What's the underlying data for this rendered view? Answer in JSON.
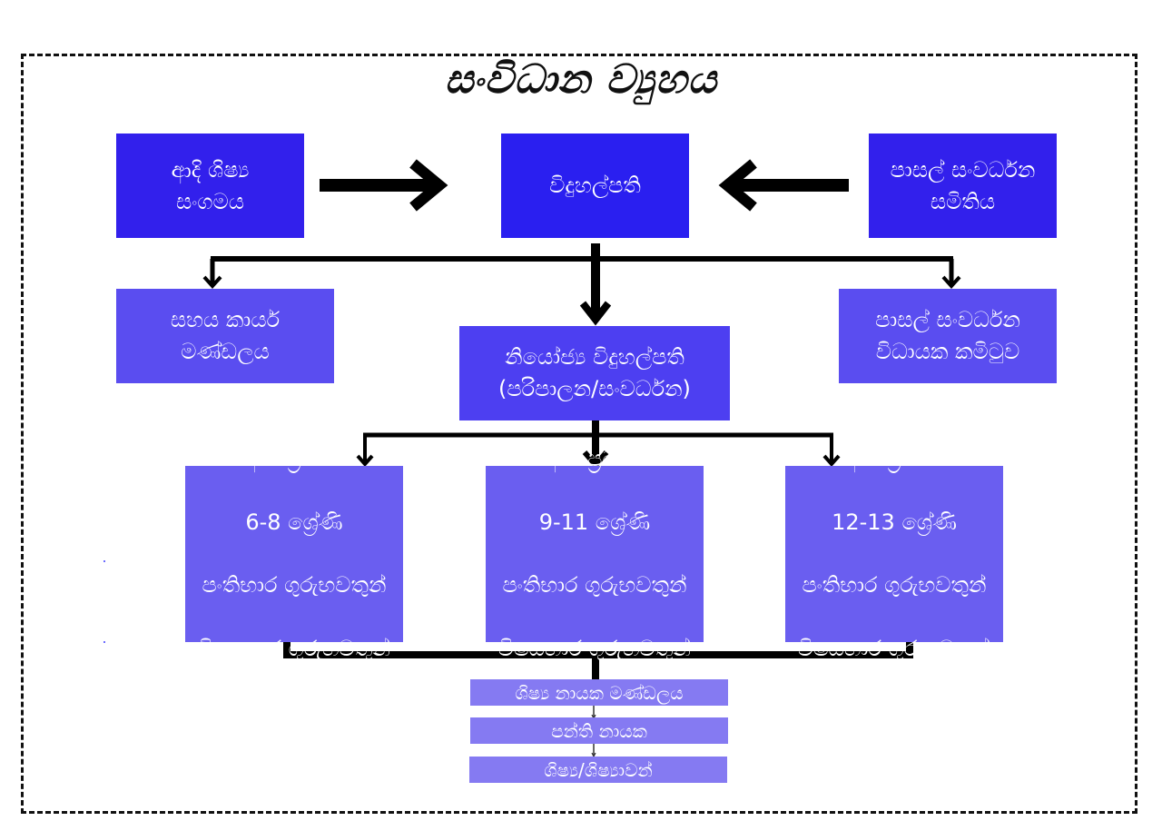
{
  "title": "සංවිධාන ව්‍යුහය",
  "colors": {
    "top_box": "#3220ec",
    "principal_box": "#2a1ff0",
    "second_tier_box": "#5a4df0",
    "deputy_box": "#4d3ff1",
    "section_box": "#6a5ef0",
    "student_box": "#857af2",
    "connector": "#000000"
  },
  "top_row": {
    "left": "ආදි ශිෂ්‍ය\nසංගමය",
    "center": "විදුහල්පති",
    "right": "පාසල් සංවර්ධන\nසමිතිය"
  },
  "second_row": {
    "left": "සහය කාර්ය\nමණ්ඩලය",
    "center": "නියෝජ්‍ය විදුහල්පති\n(පරිපාලන/සංවර්ධන)",
    "right": "පාසල් සංවර්ධන\nවිධායක කමිටුව"
  },
  "sections": [
    {
      "head": "අංශ ප්‍රධාන",
      "grades": "6-8 ශ්‍රේණි",
      "class_teachers": "පංතිභාර ගුරුභවතුන්",
      "subject_teachers": "විෂයභාර ගුරුභවතුන්"
    },
    {
      "head": "අංශ ප්‍රධාන",
      "grades": "9-11 ශ්‍රේණි",
      "class_teachers": "පංතිභාර ගුරුභවතුන්",
      "subject_teachers": "විෂයභාර ගුරුභවතුන්"
    },
    {
      "head": "අංශ ප්‍රධාන",
      "grades": "12-13 ශ්‍රේණි",
      "class_teachers": "පංතිභාර ගුරුභවතුන්",
      "subject_teachers": "විෂයභාර ගුරුභවතුන්"
    }
  ],
  "student_chain": [
    "ශිෂ්‍ය නායක මණ්ඩලය",
    "පන්ති නායක",
    "ශිෂ්‍ය/ශිෂ්‍යාවන්"
  ]
}
